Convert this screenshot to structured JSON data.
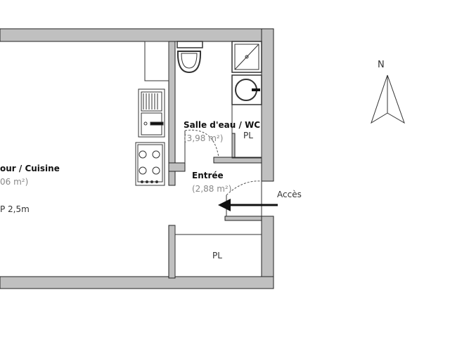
{
  "rooms": {
    "sejour": {
      "name": "our / Cuisine",
      "area": "06 m²)",
      "height": "P 2,5m"
    },
    "sdb": {
      "name": "Salle d'eau / WC",
      "area": "(3,98 m²)",
      "closet": "PL"
    },
    "entree": {
      "name": "Entrée",
      "area": "(2,88 m²)"
    },
    "placard": {
      "label": "PL"
    }
  },
  "access": {
    "label": "Accès"
  },
  "compass": {
    "label": "N"
  }
}
